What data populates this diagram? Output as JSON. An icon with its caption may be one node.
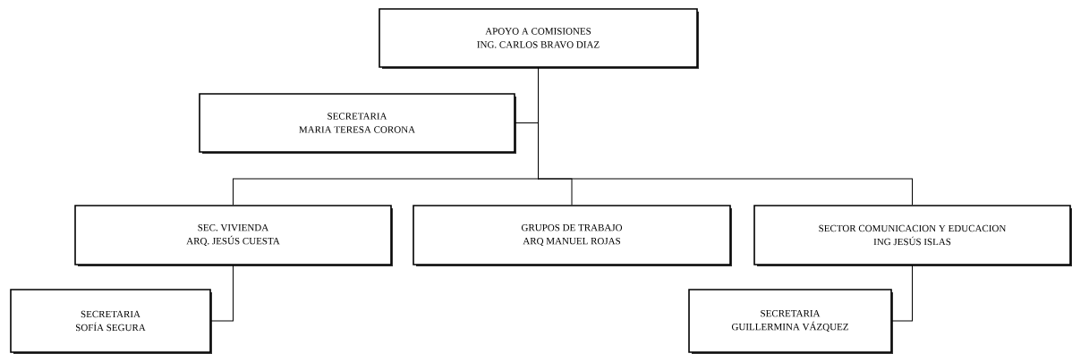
{
  "diagram": {
    "nodes": [
      {
        "text": [
          "APOYO A COMISIONES",
          "ING. CARLOS BRAVO DIAZ"
        ]
      },
      {
        "text": [
          "SECRETARIA",
          "MARIA TERESA CORONA"
        ]
      },
      {
        "text": [
          "SEC. VIVIENDA",
          "ARQ. JESÚS CUESTA"
        ]
      },
      {
        "text": [
          "GRUPOS DE TRABAJO",
          "ARQ MANUEL ROJAS"
        ]
      },
      {
        "text": [
          "SECTOR COMUNICACION Y EDUCACION",
          "ING JESÚS ISLAS"
        ]
      },
      {
        "text": [
          "SECRETARIA",
          "SOFÍA SEGURA"
        ]
      },
      {
        "text": [
          "SECRETARIA",
          "GUILLERMINA VÁZQUEZ"
        ]
      }
    ],
    "edges": [
      {
        "from": 0,
        "to": 1,
        "arrow": "none"
      },
      {
        "from": 0,
        "to": 2,
        "arrow": "none"
      },
      {
        "from": 0,
        "to": 3,
        "arrow": "none"
      },
      {
        "from": 0,
        "to": 4,
        "arrow": "none"
      },
      {
        "from": 2,
        "to": 5,
        "arrow": "none"
      },
      {
        "from": 4,
        "to": 6,
        "arrow": "none"
      }
    ]
  }
}
